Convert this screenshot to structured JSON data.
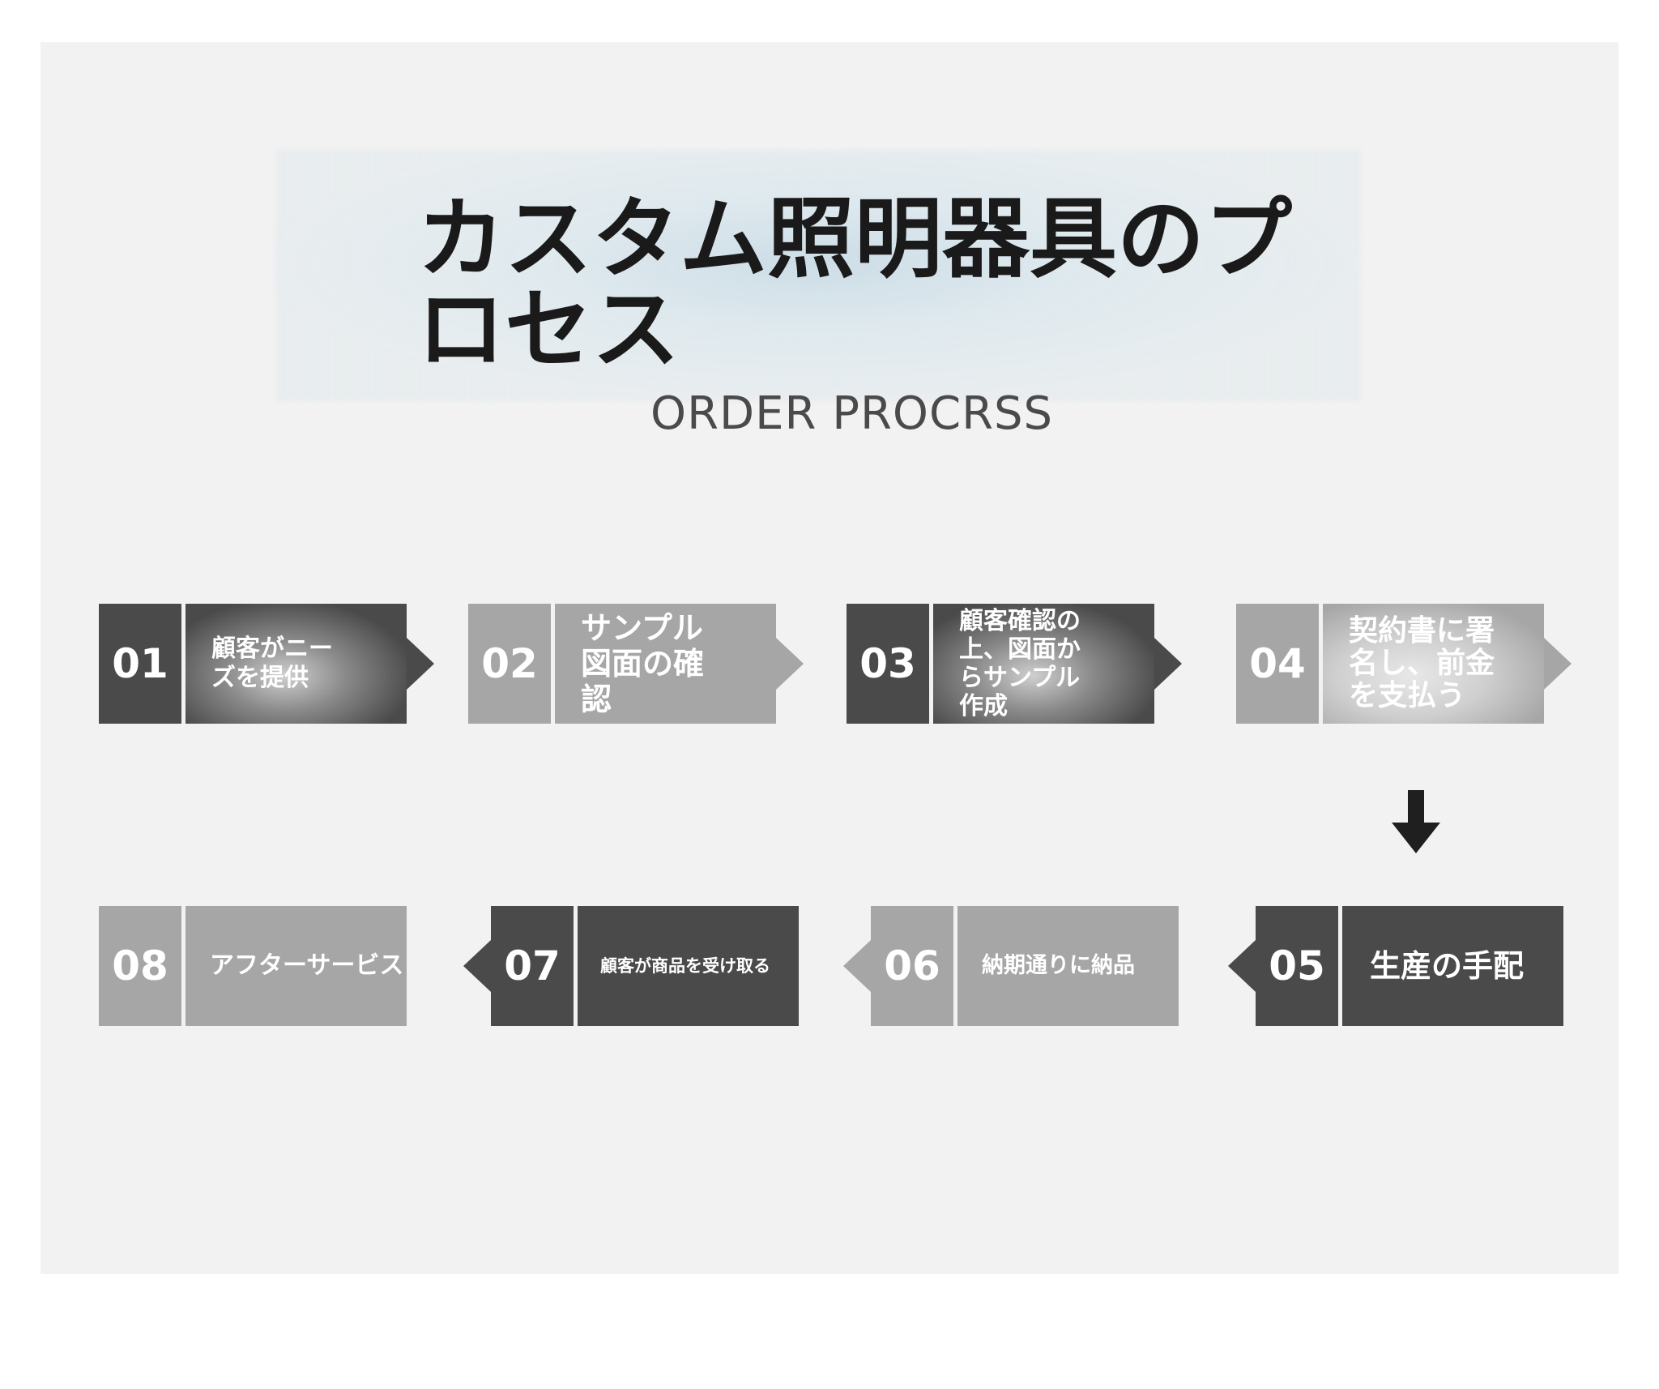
{
  "title": "カスタム照明器具のプロセス",
  "subtitle": "ORDER PROCRSS",
  "steps": [
    {
      "num": "01",
      "label": "顧客がニーズを提供"
    },
    {
      "num": "02",
      "label": "サンプル図面の確認"
    },
    {
      "num": "03",
      "label": "顧客確認の上、図面からサンプル作成"
    },
    {
      "num": "04",
      "label": "契約書に署名し、前金を支払う"
    },
    {
      "num": "05",
      "label": "生産の手配"
    },
    {
      "num": "06",
      "label": "納期通りに納品"
    },
    {
      "num": "07",
      "label": "顧客が商品を受け取る"
    },
    {
      "num": "08",
      "label": "アフターサービス"
    }
  ],
  "icons": {
    "down_arrow": "arrow-down-icon"
  },
  "colors": {
    "dark": "#4a4a4a",
    "light": "#a6a6a6",
    "panel": "#f2f2f2",
    "title": "#1a1a1a"
  }
}
